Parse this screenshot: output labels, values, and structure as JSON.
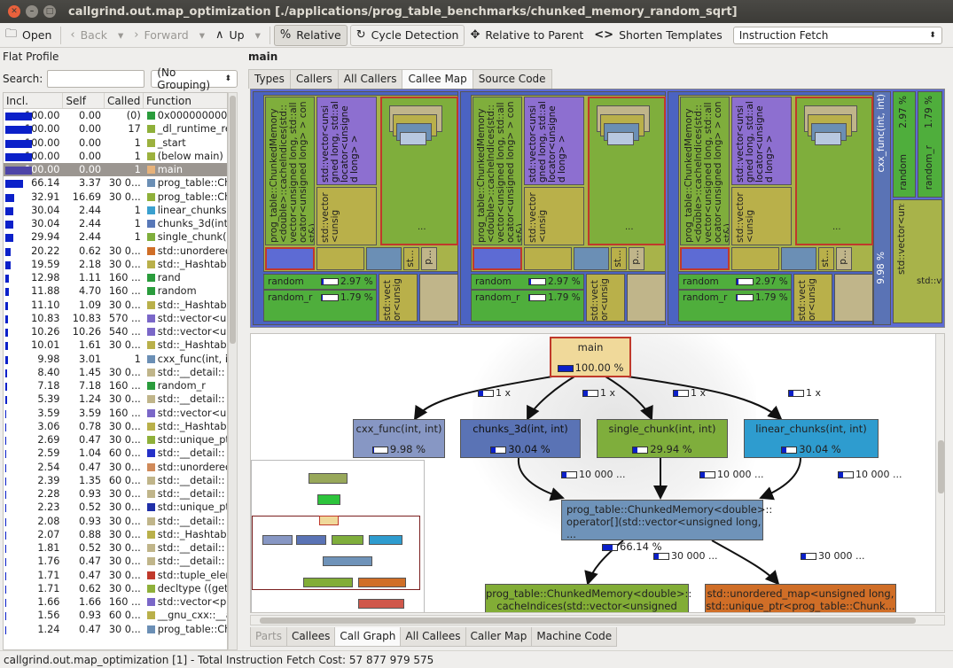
{
  "window": {
    "title": "callgrind.out.map_optimization [./applications/prog_table_benchmarks/chunked_memory_random_sqrt]"
  },
  "toolbar": {
    "open": "Open",
    "back": "Back",
    "forward": "Forward",
    "up": "Up",
    "relative": "Relative",
    "cycle_detection": "Cycle Detection",
    "relative_to_parent": "Relative to Parent",
    "shorten_templates": "Shorten Templates",
    "event_type": "Instruction Fetch"
  },
  "flat_profile": {
    "title": "Flat Profile",
    "search_label": "Search:",
    "search_value": "",
    "grouping": "(No Grouping)",
    "columns": [
      "Incl.",
      "Self",
      "Called",
      "Function"
    ],
    "rows": [
      {
        "incl": "100.00",
        "self": "0.00",
        "called": "(0)",
        "fn": "0x000000000",
        "color": "#2a9c3c",
        "bar": 1.0
      },
      {
        "incl": "100.00",
        "self": "0.00",
        "called": "17",
        "fn": "_dl_runtime_re",
        "color": "#8fb03a",
        "bar": 1.0
      },
      {
        "incl": "100.00",
        "self": "0.00",
        "called": "1",
        "fn": "_start",
        "color": "#9cb13e",
        "bar": 1.0
      },
      {
        "incl": "100.00",
        "self": "0.00",
        "called": "1",
        "fn": "(below main)",
        "color": "#9cb13e",
        "bar": 1.0
      },
      {
        "incl": "100.00",
        "self": "0.00",
        "called": "1",
        "fn": "main",
        "color": "#e7b27a",
        "bar": 1.0,
        "selected": true
      },
      {
        "incl": "66.14",
        "self": "3.37",
        "called": "30 0...",
        "fn": "prog_table::Ch",
        "color": "#6b8fb5",
        "bar": 0.66
      },
      {
        "incl": "32.91",
        "self": "16.69",
        "called": "30 0...",
        "fn": "prog_table::Ch",
        "color": "#8fb03a",
        "bar": 0.33
      },
      {
        "incl": "30.04",
        "self": "2.44",
        "called": "1",
        "fn": "linear_chunks(i",
        "color": "#3aa0cf",
        "bar": 0.3
      },
      {
        "incl": "30.04",
        "self": "2.44",
        "called": "1",
        "fn": "chunks_3d(int,",
        "color": "#5878b8",
        "bar": 0.3
      },
      {
        "incl": "29.94",
        "self": "2.44",
        "called": "1",
        "fn": "single_chunk(i",
        "color": "#7fae3c",
        "bar": 0.3
      },
      {
        "incl": "20.22",
        "self": "0.62",
        "called": "30 0...",
        "fn": "std::unordered",
        "color": "#d06e27",
        "bar": 0.2
      },
      {
        "incl": "19.59",
        "self": "2.18",
        "called": "30 0...",
        "fn": "std::_Hashtabl",
        "color": "#b9b04a",
        "bar": 0.2
      },
      {
        "incl": "12.98",
        "self": "1.11",
        "called": "160 ...",
        "fn": "rand",
        "color": "#2a9c3c",
        "bar": 0.13
      },
      {
        "incl": "11.88",
        "self": "4.70",
        "called": "160 ...",
        "fn": "random",
        "color": "#2a9c3c",
        "bar": 0.12
      },
      {
        "incl": "11.10",
        "self": "1.09",
        "called": "30 0...",
        "fn": "std::_Hashtabl",
        "color": "#b9b04a",
        "bar": 0.11
      },
      {
        "incl": "10.83",
        "self": "10.83",
        "called": "570 ...",
        "fn": "std::vector<un",
        "color": "#7a67c8",
        "bar": 0.11
      },
      {
        "incl": "10.26",
        "self": "10.26",
        "called": "540 ...",
        "fn": "std::vector<un",
        "color": "#7a67c8",
        "bar": 0.1
      },
      {
        "incl": "10.01",
        "self": "1.61",
        "called": "30 0...",
        "fn": "std::_Hashtabl",
        "color": "#b9b04a",
        "bar": 0.1
      },
      {
        "incl": "9.98",
        "self": "3.01",
        "called": "1",
        "fn": "cxx_func(int, i",
        "color": "#6b8fb5",
        "bar": 0.1
      },
      {
        "incl": "8.40",
        "self": "1.45",
        "called": "30 0...",
        "fn": "std::__detail::",
        "color": "#c0b58a",
        "bar": 0.08
      },
      {
        "incl": "7.18",
        "self": "7.18",
        "called": "160 ...",
        "fn": "random_r",
        "color": "#2a9c3c",
        "bar": 0.07
      },
      {
        "incl": "5.39",
        "self": "1.24",
        "called": "30 0...",
        "fn": "std::__detail::",
        "color": "#c0b58a",
        "bar": 0.05
      },
      {
        "incl": "3.59",
        "self": "3.59",
        "called": "160 ...",
        "fn": "std::vector<un",
        "color": "#7a67c8",
        "bar": 0.04
      },
      {
        "incl": "3.06",
        "self": "0.78",
        "called": "30 0...",
        "fn": "std::_Hashtabl",
        "color": "#b9b04a",
        "bar": 0.03
      },
      {
        "incl": "2.69",
        "self": "0.47",
        "called": "30 0...",
        "fn": "std::unique_ptr",
        "color": "#8fb03a",
        "bar": 0.03
      },
      {
        "incl": "2.59",
        "self": "1.04",
        "called": "60 0...",
        "fn": "std::__detail::",
        "color": "#2530c8",
        "bar": 0.03
      },
      {
        "incl": "2.54",
        "self": "0.47",
        "called": "30 0...",
        "fn": "std::unordered",
        "color": "#d08a5a",
        "bar": 0.03
      },
      {
        "incl": "2.39",
        "self": "1.35",
        "called": "60 0...",
        "fn": "std::__detail::",
        "color": "#c0b58a",
        "bar": 0.02
      },
      {
        "incl": "2.28",
        "self": "0.93",
        "called": "30 0...",
        "fn": "std::__detail::",
        "color": "#c0b58a",
        "bar": 0.02
      },
      {
        "incl": "2.23",
        "self": "0.52",
        "called": "30 0...",
        "fn": "std::unique_pt",
        "color": "#1f2fa8",
        "bar": 0.02
      },
      {
        "incl": "2.08",
        "self": "0.93",
        "called": "30 0...",
        "fn": "std::__detail::",
        "color": "#c0b58a",
        "bar": 0.02
      },
      {
        "incl": "2.07",
        "self": "0.88",
        "called": "30 0...",
        "fn": "std::_Hashtabl",
        "color": "#b9b04a",
        "bar": 0.02
      },
      {
        "incl": "1.81",
        "self": "0.52",
        "called": "30 0...",
        "fn": "std::__detail::",
        "color": "#c0b58a",
        "bar": 0.02
      },
      {
        "incl": "1.76",
        "self": "0.47",
        "called": "30 0...",
        "fn": "std::__detail::",
        "color": "#c0b58a",
        "bar": 0.02
      },
      {
        "incl": "1.71",
        "self": "0.47",
        "called": "30 0...",
        "fn": "std::tuple_elen",
        "color": "#c0392b",
        "bar": 0.02
      },
      {
        "incl": "1.71",
        "self": "0.62",
        "called": "30 0...",
        "fn": "decltype ((get",
        "color": "#8fb03a",
        "bar": 0.02
      },
      {
        "incl": "1.66",
        "self": "1.66",
        "called": "160 ...",
        "fn": "std::vector<pr",
        "color": "#7a67c8",
        "bar": 0.02
      },
      {
        "incl": "1.56",
        "self": "0.93",
        "called": "60 0...",
        "fn": "__gnu_cxx::__a",
        "color": "#b9b04a",
        "bar": 0.02
      },
      {
        "incl": "1.24",
        "self": "0.47",
        "called": "30 0...",
        "fn": "prog_table::Ch",
        "color": "#6b8fb5",
        "bar": 0.01
      }
    ]
  },
  "main_panel": {
    "function_name": "main",
    "tabs": [
      "Types",
      "Callers",
      "All Callers",
      "Callee Map",
      "Source Code"
    ],
    "active_tab": "Callee Map",
    "treemap": {
      "big_label": "prog_table::ChunkedMemory<double>::cacheIndices(std::vector<unsigned long, std::allocator<unsigned long> > const&)",
      "vec_label": "std::vector<unsigned long, std::allocator<unsigned long> >",
      "vec2_label": "std::vector<unsig",
      "random": "random",
      "random_pct": "2.97 %",
      "random_r": "random_r",
      "random_r_pct": "1.79 %",
      "cxx_label": "cxx_func(int, int)",
      "cxx_pct": "9.98 %",
      "small_random": "random",
      "small_random_r": "random_r",
      "small_pct1": "2.97 %",
      "small_pct2": "1.79 %",
      "vec_right": "std::vector<unsigned long, std::allocat",
      "vec_right2": "std::vect...",
      "ellipsis": "...",
      "p": "p...",
      "s": "st..."
    },
    "bottom_tabs": [
      "Parts",
      "Callees",
      "Call Graph",
      "All Callees",
      "Caller Map",
      "Machine Code"
    ],
    "active_bottom_tab": "Call Graph",
    "graph": {
      "main": {
        "label": "main",
        "pct": "100.00 %",
        "fill": 1.0,
        "color": "#f0d99a"
      },
      "cxx": {
        "label": "cxx_func(int, int)",
        "pct": "9.98 %",
        "fill": 0.1,
        "color": "#8797c4"
      },
      "chunks": {
        "label": "chunks_3d(int, int)",
        "pct": "30.04 %",
        "fill": 0.3,
        "color": "#5a73b5"
      },
      "single": {
        "label": "single_chunk(int, int)",
        "pct": "29.94 %",
        "fill": 0.3,
        "color": "#7fae3c"
      },
      "linear": {
        "label": "linear_chunks(int, int)",
        "pct": "30.04 %",
        "fill": 0.3,
        "color": "#2e9ccf"
      },
      "op": {
        "label1": "prog_table::ChunkedMemory<double>::",
        "label2": "operator[](std::vector<unsigned long, ...",
        "pct": "66.14 %",
        "fill": 0.66,
        "color": "#6f93b9"
      },
      "cache": {
        "label1": "prog_table::ChunkedMemory<double>::",
        "label2": "cacheIndices(std::vector<unsigned lon...",
        "color": "#82ad36"
      },
      "umap": {
        "label1": "std::unordered_map<unsigned long,",
        "label2": "std::unique_ptr<prog_table::Chunk...",
        "color": "#d06e27"
      },
      "edge_1x": "1 x",
      "edge_10k": "10 000 ...",
      "edge_30k": "30 000 ..."
    }
  },
  "status": "callgrind.out.map_optimization [1] - Total Instruction Fetch Cost: 57 877 979 575"
}
